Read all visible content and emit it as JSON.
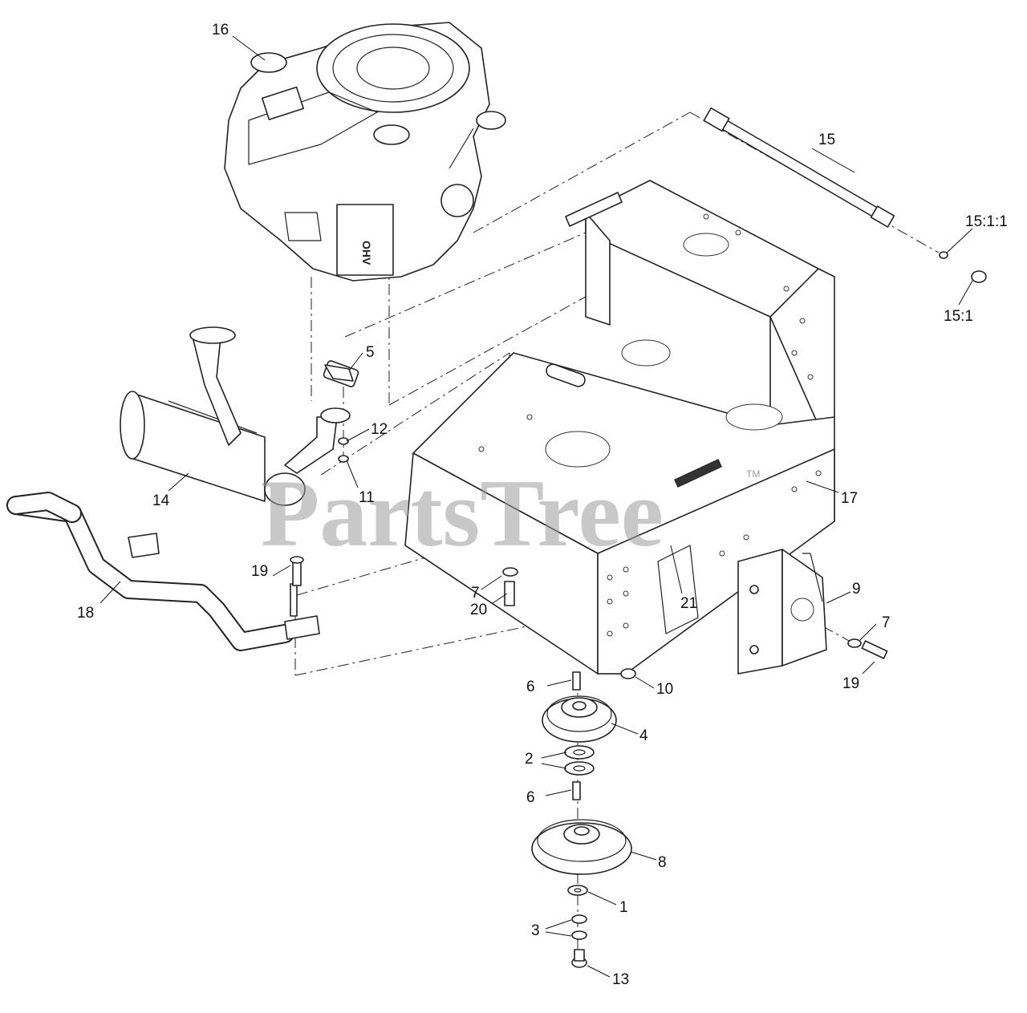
{
  "watermark": {
    "brand": "PartsTree",
    "trademark": "TM"
  },
  "callouts": [
    "16",
    "15",
    "15:1:1",
    "15:1",
    "5",
    "12",
    "14",
    "11",
    "17",
    "19",
    "18",
    "7",
    "20",
    "21",
    "9",
    "7",
    "19",
    "6",
    "10",
    "4",
    "2",
    "6",
    "8",
    "1",
    "3",
    "13"
  ],
  "engine_labels": {
    "ohv": "OHV"
  }
}
